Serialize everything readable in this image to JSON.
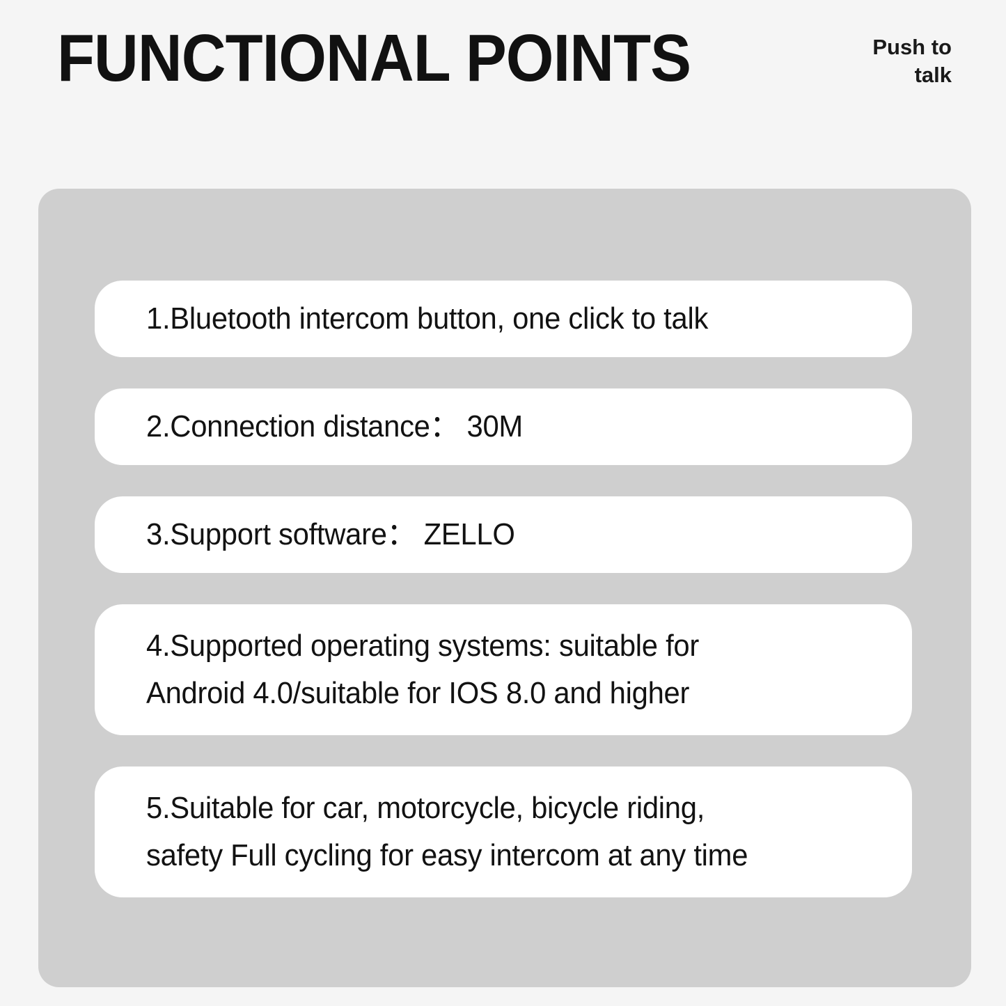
{
  "header": {
    "title": "FUNCTIONAL POINTS",
    "badge_line1": "Push to",
    "badge_line2": "talk"
  },
  "colors": {
    "page_background": "#f5f5f5",
    "panel_background": "#cfcfcf",
    "card_background": "#ffffff",
    "text": "#121212"
  },
  "panel": {
    "items": [
      {
        "text": "1.Bluetooth intercom button, one click to talk",
        "lines": 1
      },
      {
        "text": "2.Connection distance：  30M",
        "lines": 1
      },
      {
        "text": "3.Support software：  ZELLO",
        "lines": 1
      },
      {
        "text": "4.Supported operating systems: suitable for\nAndroid 4.0/suitable for IOS 8.0 and higher",
        "lines": 2
      },
      {
        "text": "5.Suitable for car, motorcycle, bicycle riding,\nsafety Full cycling for easy intercom at any time",
        "lines": 2
      }
    ]
  }
}
